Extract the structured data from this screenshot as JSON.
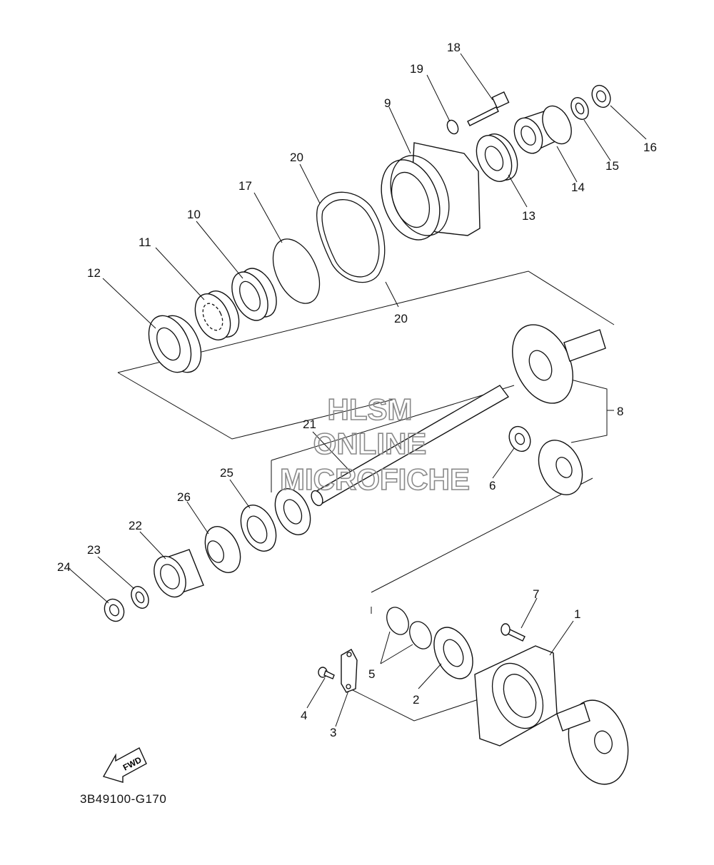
{
  "diagram": {
    "code": "3B49100-G170",
    "fwd_label": "FWD",
    "watermark": [
      "HLSM",
      "ONLINE",
      "MICROFICHE"
    ],
    "callouts": [
      "1",
      "2",
      "3",
      "4",
      "5",
      "6",
      "7",
      "8",
      "9",
      "10",
      "11",
      "12",
      "13",
      "14",
      "15",
      "16",
      "17",
      "18",
      "19",
      "20",
      "20",
      "21",
      "22",
      "23",
      "24",
      "25",
      "26"
    ]
  }
}
